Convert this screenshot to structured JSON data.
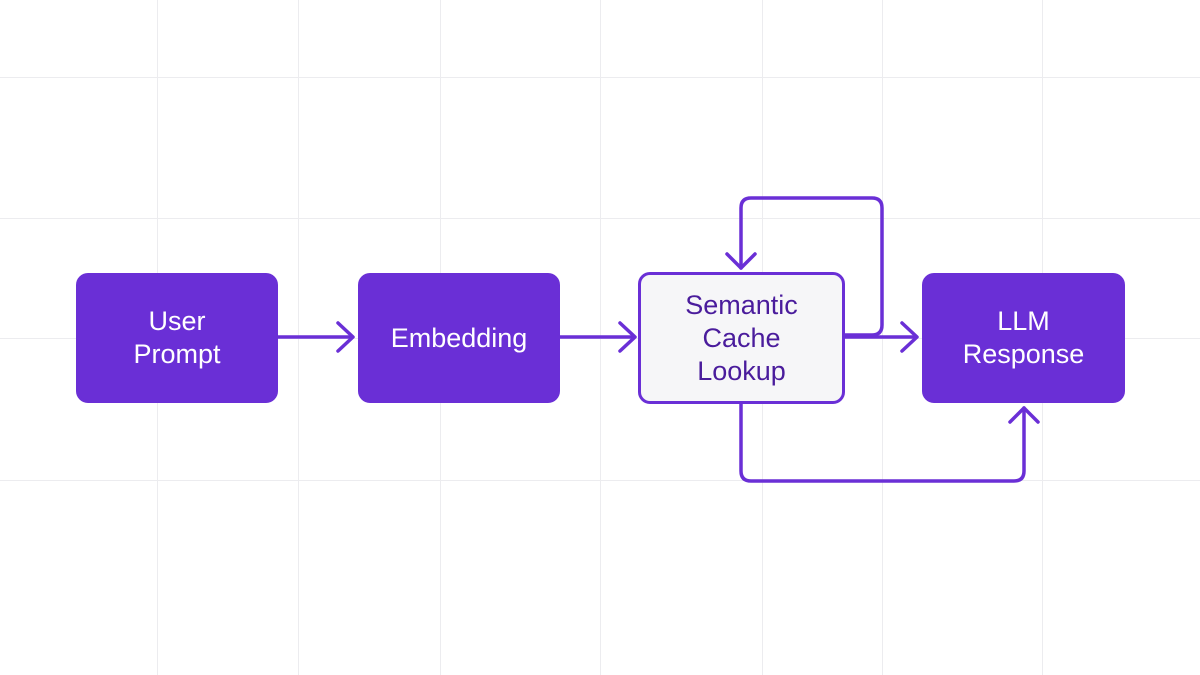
{
  "colors": {
    "accent": "#6a2fd6",
    "lookup_text": "#4a1c9c",
    "lookup_fill": "#f6f6f8",
    "grid": "#ececef",
    "background": "#ffffff"
  },
  "nodes": [
    {
      "id": "user-prompt",
      "label": "User\nPrompt"
    },
    {
      "id": "embedding",
      "label": "Embedding"
    },
    {
      "id": "semantic-cache-lookup",
      "label": "Semantic\nCache\nLookup"
    },
    {
      "id": "llm-response",
      "label": "LLM\nResponse"
    }
  ],
  "edges": [
    {
      "from": "user-prompt",
      "to": "embedding"
    },
    {
      "from": "embedding",
      "to": "semantic-cache-lookup"
    },
    {
      "from": "semantic-cache-lookup",
      "to": "llm-response"
    },
    {
      "from": "semantic-cache-lookup",
      "to": "semantic-cache-lookup"
    },
    {
      "from": "semantic-cache-lookup",
      "to": "llm-response"
    }
  ]
}
